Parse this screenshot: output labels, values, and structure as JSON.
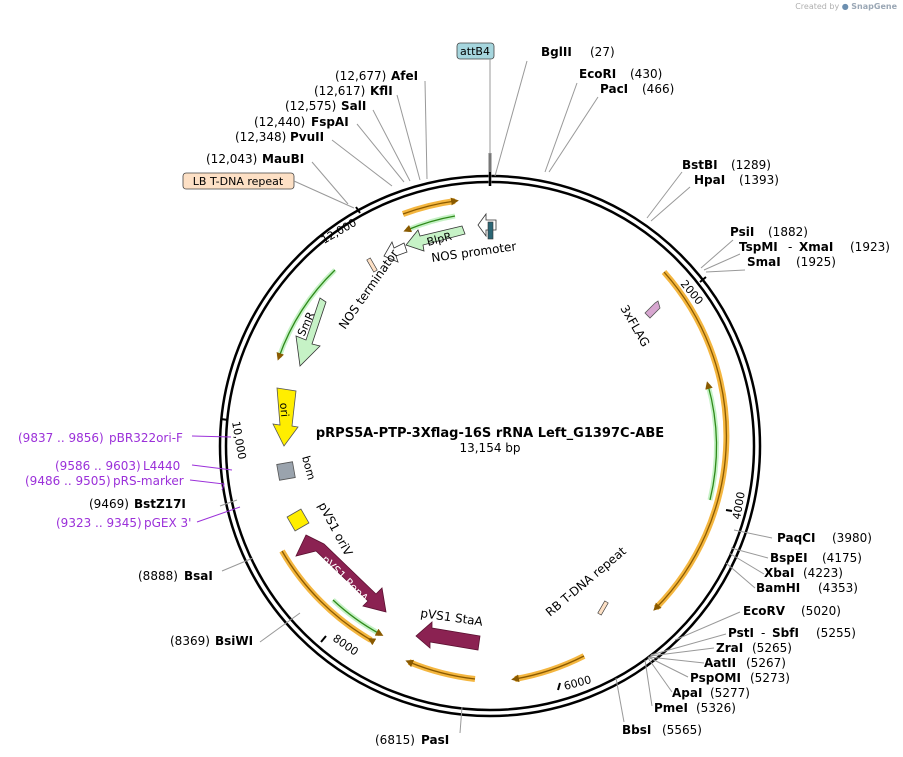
{
  "credit": {
    "prefix": "Created by",
    "brand": "SnapGene"
  },
  "plasmid": {
    "name": "pRPS5A-PTP-3Xflag-16S rRNA Left_G1397C-ABE",
    "size_label": "13,154 bp",
    "length": 13154
  },
  "colors": {
    "backbone": "#000000",
    "orange_arrow": "#f4b63f",
    "green_arrow": "#2f8a1a",
    "purple_primer": "#9b30d9",
    "maroon": "#8b2252",
    "yellow": "#ffee00",
    "light_green": "#c6f2c6",
    "attB4_box": "#a6d6de",
    "lb_box": "#fde0c5"
  },
  "ticks": [
    {
      "label": "2000"
    },
    {
      "label": "4000"
    },
    {
      "label": "6000"
    },
    {
      "label": "8000"
    },
    {
      "label": "10,000"
    },
    {
      "label": "12,000"
    }
  ],
  "sites": [
    {
      "name": "BglII",
      "pos": "(27)"
    },
    {
      "name": "EcoRI",
      "pos": "(430)"
    },
    {
      "name": "PacI",
      "pos": "(466)"
    },
    {
      "name": "BstBI",
      "pos": "(1289)"
    },
    {
      "name": "HpaI",
      "pos": "(1393)"
    },
    {
      "name": "PsiI",
      "pos": "(1882)"
    },
    {
      "name": "TspMI",
      "name2": "XmaI",
      "pos": "(1923)"
    },
    {
      "name": "SmaI",
      "pos": "(1925)"
    },
    {
      "name": "PaqCI",
      "pos": "(3980)"
    },
    {
      "name": "BspEI",
      "pos": "(4175)"
    },
    {
      "name": "XbaI",
      "pos": "(4223)"
    },
    {
      "name": "BamHI",
      "pos": "(4353)"
    },
    {
      "name": "EcoRV",
      "pos": "(5020)"
    },
    {
      "name": "PstI",
      "name2": "SbfI",
      "pos": "(5255)"
    },
    {
      "name": "ZraI",
      "pos": "(5265)"
    },
    {
      "name": "AatII",
      "pos": "(5267)"
    },
    {
      "name": "PspOMI",
      "pos": "(5273)"
    },
    {
      "name": "ApaI",
      "pos": "(5277)"
    },
    {
      "name": "PmeI",
      "pos": "(5326)"
    },
    {
      "name": "BbsI",
      "pos": "(5565)"
    },
    {
      "name": "PasI",
      "pos": "(6815)"
    },
    {
      "name": "BsiWI",
      "pos": "(8369)"
    },
    {
      "name": "BsaI",
      "pos": "(8888)"
    },
    {
      "name": "BstZ17I",
      "pos": "(9469)"
    },
    {
      "name": "MauBI",
      "pos": "(12,043)"
    },
    {
      "name": "PvuII",
      "pos": "(12,348)"
    },
    {
      "name": "FspAI",
      "pos": "(12,440)"
    },
    {
      "name": "SalI",
      "pos": "(12,575)"
    },
    {
      "name": "KflI",
      "pos": "(12,617)"
    },
    {
      "name": "AfeI",
      "pos": "(12,677)"
    }
  ],
  "primers": [
    {
      "range": "(9837 .. 9856)",
      "name": "pBR322ori-F"
    },
    {
      "range": "(9586 .. 9603)",
      "name": "L4440"
    },
    {
      "range": "(9486 .. 9505)",
      "name": "pRS-marker"
    },
    {
      "range": "(9323 .. 9345)",
      "name": "pGEX 3'"
    }
  ],
  "features": {
    "attB4": "attB4",
    "lb_repeat": "LB T-DNA repeat",
    "rb_repeat": "RB T-DNA repeat",
    "blpr": "BlpR",
    "nos_promoter": "NOS promoter",
    "nos_terminator": "NOS terminator",
    "smr": "SmR",
    "ori": "ori",
    "bom": "bom",
    "pvs1_oriv": "pVS1 oriV",
    "pvs1_repa": "pVS1 RepA",
    "pvs1_staa": "pVS1 StaA",
    "flag": "3xFLAG"
  }
}
